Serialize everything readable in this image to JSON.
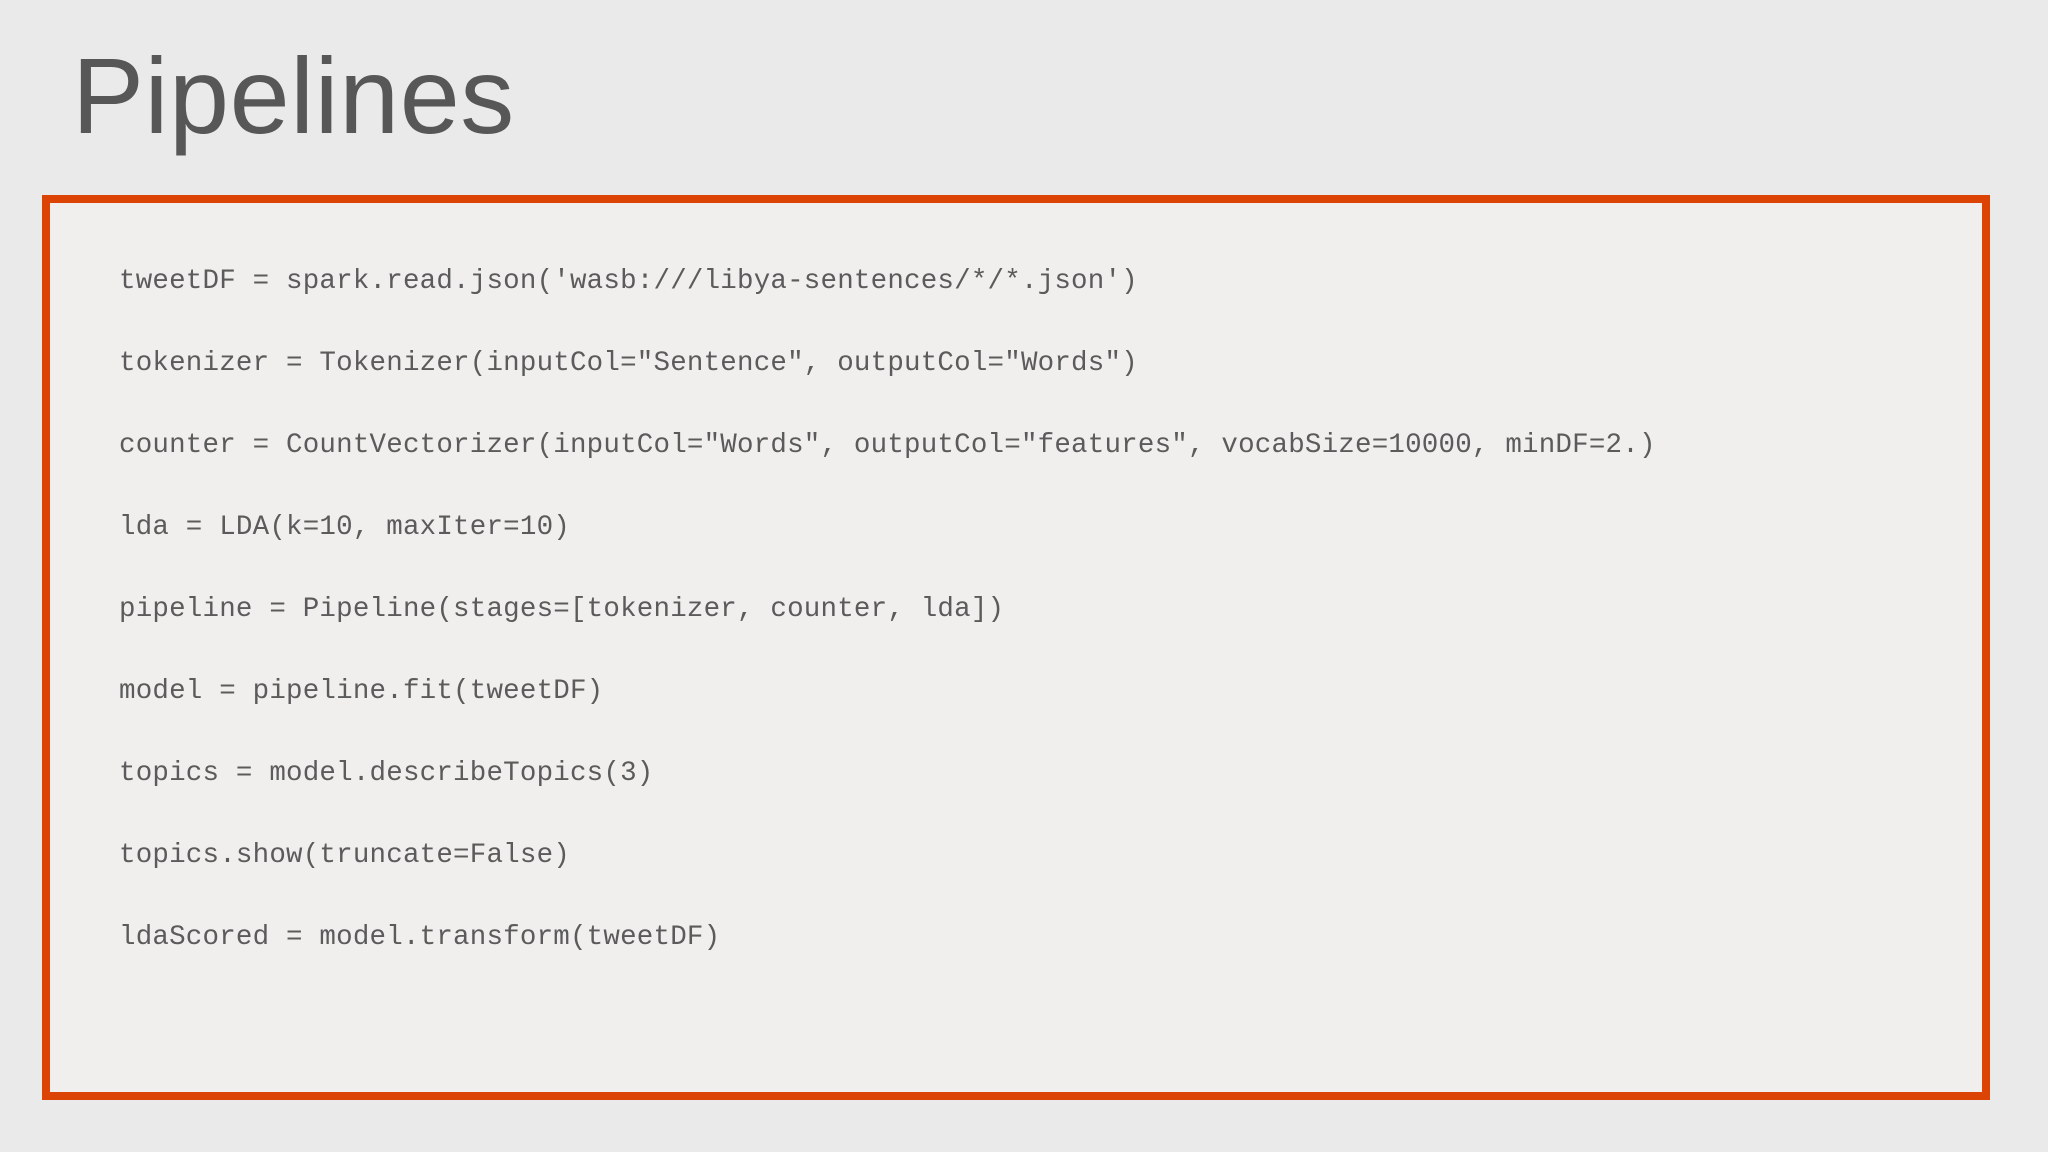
{
  "slide": {
    "title": "Pipelines",
    "background_color": "#eaeaea",
    "title_color": "#575757"
  },
  "code_panel": {
    "border_color": "#dc4405",
    "background_color": "#f1efee",
    "text_color": "#5b5b5b",
    "language": "python",
    "lines": [
      "tweetDF = spark.read.json('wasb:///libya-sentences/*/*.json')",
      "tokenizer = Tokenizer(inputCol=\"Sentence\", outputCol=\"Words\")",
      "counter = CountVectorizer(inputCol=\"Words\", outputCol=\"features\", vocabSize=10000, minDF=2.)",
      "lda = LDA(k=10, maxIter=10)",
      "pipeline = Pipeline(stages=[tokenizer, counter, lda])",
      "model = pipeline.fit(tweetDF)",
      "topics = model.describeTopics(3)",
      "topics.show(truncate=False)",
      "ldaScored = model.transform(tweetDF)"
    ]
  }
}
